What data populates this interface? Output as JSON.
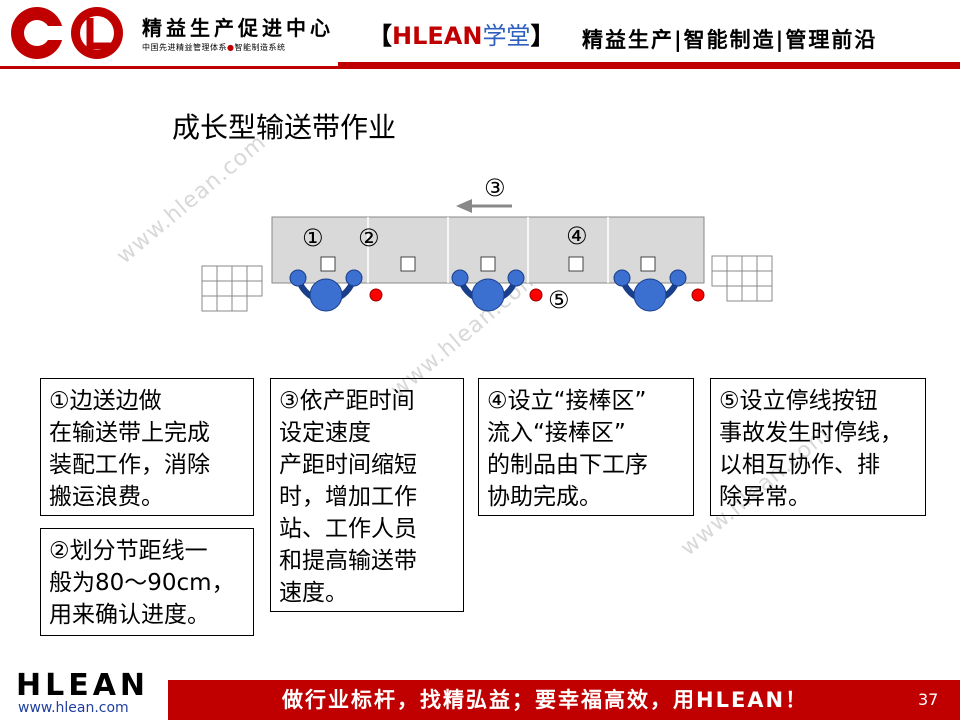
{
  "header": {
    "brand_name": "精益生产促进中心",
    "brand_sub_left": "中国先进精益管理体系",
    "brand_sub_dot": "●",
    "brand_sub_right": "智能制造系统",
    "school_open": "【",
    "school_hlean": "HLEAN",
    "school_xuetang": "学堂",
    "school_close": "】",
    "tagline": "精益生产|智能制造|管理前沿"
  },
  "title": "成长型输送带作业",
  "diagram": {
    "marker_1": "①",
    "marker_2": "②",
    "marker_3": "③",
    "marker_4": "④",
    "marker_5": "⑤"
  },
  "boxes": {
    "box1": [
      "①边送边做",
      "在输送带上完成",
      "装配工作，消除",
      "搬运浪费。"
    ],
    "box2": [
      "②划分节距线一",
      "般为80～90cm，",
      "用来确认进度。"
    ],
    "box3": [
      "③依产距时间",
      "设定速度",
      "产距时间缩短",
      "时，增加工作",
      "站、工作人员",
      "和提高输送带",
      "速度。"
    ],
    "box4": [
      "④设立“接棒区”",
      "流入“接棒区”",
      "的制品由下工序",
      "协助完成。"
    ],
    "box5": [
      "⑤设立停线按钮",
      "事故发生时停线，",
      "以相互协作、排",
      "除异常。"
    ]
  },
  "watermark": "www.hlean.com",
  "footer": {
    "logo": "HLEAN",
    "url": "www.hlean.com",
    "slogan": "做行业标杆，找精弘益；要幸福高效，用HLEAN！",
    "page_number": "37"
  },
  "colors": {
    "brand_red": "#c00000",
    "worker_blue": "#3b6fd0",
    "stop_button_red": "#ff0000",
    "conveyor_gray": "#d9d9d9"
  }
}
